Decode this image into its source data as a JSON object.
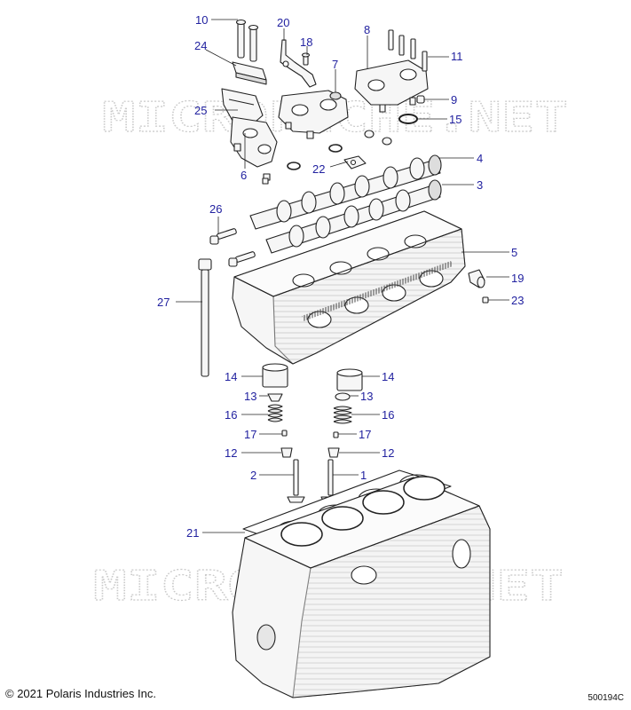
{
  "diagram": {
    "watermark_text": "MICROFICHE.NET",
    "copyright": "© 2021 Polaris Industries Inc.",
    "figure_code": "500194C",
    "callouts": [
      {
        "id": "c10",
        "label": "10"
      },
      {
        "id": "c20",
        "label": "20"
      },
      {
        "id": "c18",
        "label": "18"
      },
      {
        "id": "c8",
        "label": "8"
      },
      {
        "id": "c24",
        "label": "24"
      },
      {
        "id": "c7",
        "label": "7"
      },
      {
        "id": "c11",
        "label": "11"
      },
      {
        "id": "c9",
        "label": "9"
      },
      {
        "id": "c25",
        "label": "25"
      },
      {
        "id": "c15",
        "label": "15"
      },
      {
        "id": "c4",
        "label": "4"
      },
      {
        "id": "c22",
        "label": "22"
      },
      {
        "id": "c6",
        "label": "6"
      },
      {
        "id": "c3",
        "label": "3"
      },
      {
        "id": "c26",
        "label": "26"
      },
      {
        "id": "c5",
        "label": "5"
      },
      {
        "id": "c19",
        "label": "19"
      },
      {
        "id": "c27",
        "label": "27"
      },
      {
        "id": "c23",
        "label": "23"
      },
      {
        "id": "c14a",
        "label": "14"
      },
      {
        "id": "c14b",
        "label": "14"
      },
      {
        "id": "c13a",
        "label": "13"
      },
      {
        "id": "c13b",
        "label": "13"
      },
      {
        "id": "c16a",
        "label": "16"
      },
      {
        "id": "c16b",
        "label": "16"
      },
      {
        "id": "c17a",
        "label": "17"
      },
      {
        "id": "c17b",
        "label": "17"
      },
      {
        "id": "c12a",
        "label": "12"
      },
      {
        "id": "c12b",
        "label": "12"
      },
      {
        "id": "c2",
        "label": "2"
      },
      {
        "id": "c1",
        "label": "1"
      },
      {
        "id": "c21",
        "label": "21"
      }
    ]
  }
}
